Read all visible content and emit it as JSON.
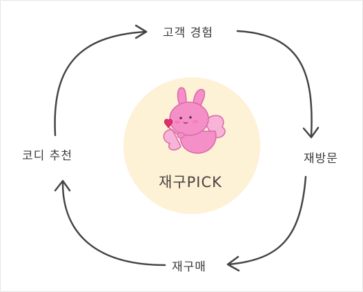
{
  "cycle": {
    "top_label": "고객 경험",
    "right_label": "재방문",
    "bottom_label": "재구매",
    "left_label": "코디 추천"
  },
  "center": {
    "title": "재구PICK",
    "mascot": "pink-bunny-cupid-icon"
  },
  "colors": {
    "circle_fill": "#fdf1d6",
    "arrow": "#444444",
    "bunny_pink": "#f58fc8",
    "bunny_dark": "#e06aa8",
    "text": "#3a3a3a"
  }
}
